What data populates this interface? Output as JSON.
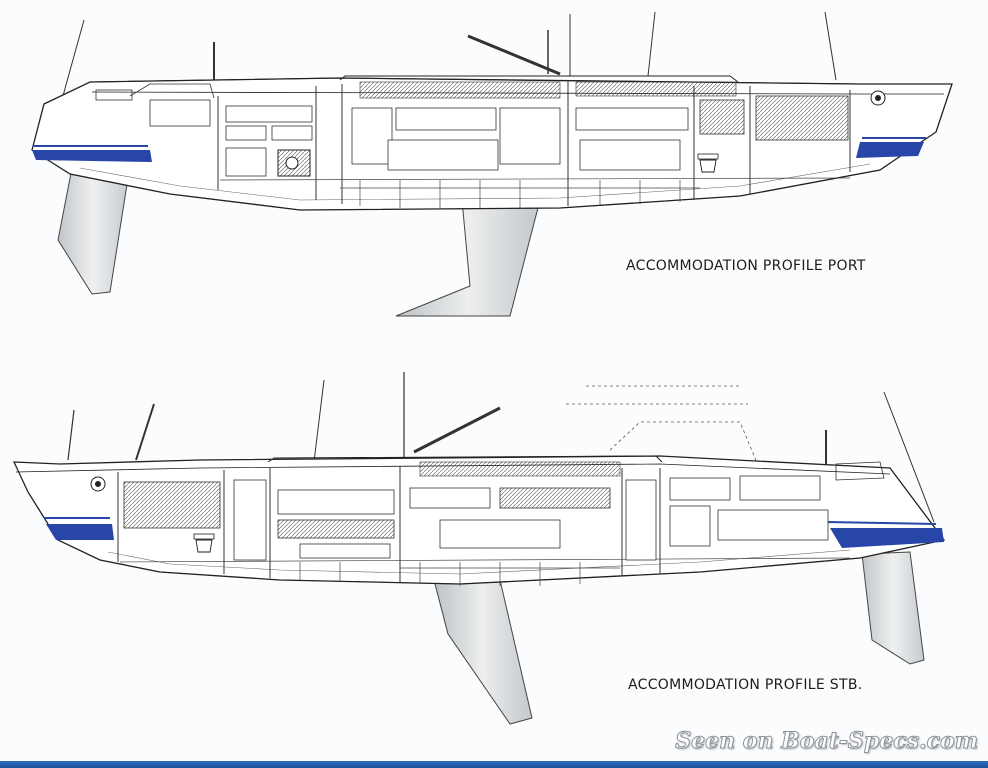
{
  "profiles": {
    "port": {
      "caption": "ACCOMMODATION PROFILE PORT"
    },
    "starboard": {
      "caption": "ACCOMMODATION PROFILE STB."
    }
  },
  "watermark": "Seen on Boat-Specs.com",
  "colors": {
    "hull_stripe": "#2845a8",
    "line": "#2a2a2a",
    "keel_shade": "#c9cbcd",
    "bottom_bar": "#2f6fc1"
  },
  "icons": {
    "engine": "engine-icon",
    "toilet": "toilet-icon",
    "winch": "winch-icon"
  }
}
